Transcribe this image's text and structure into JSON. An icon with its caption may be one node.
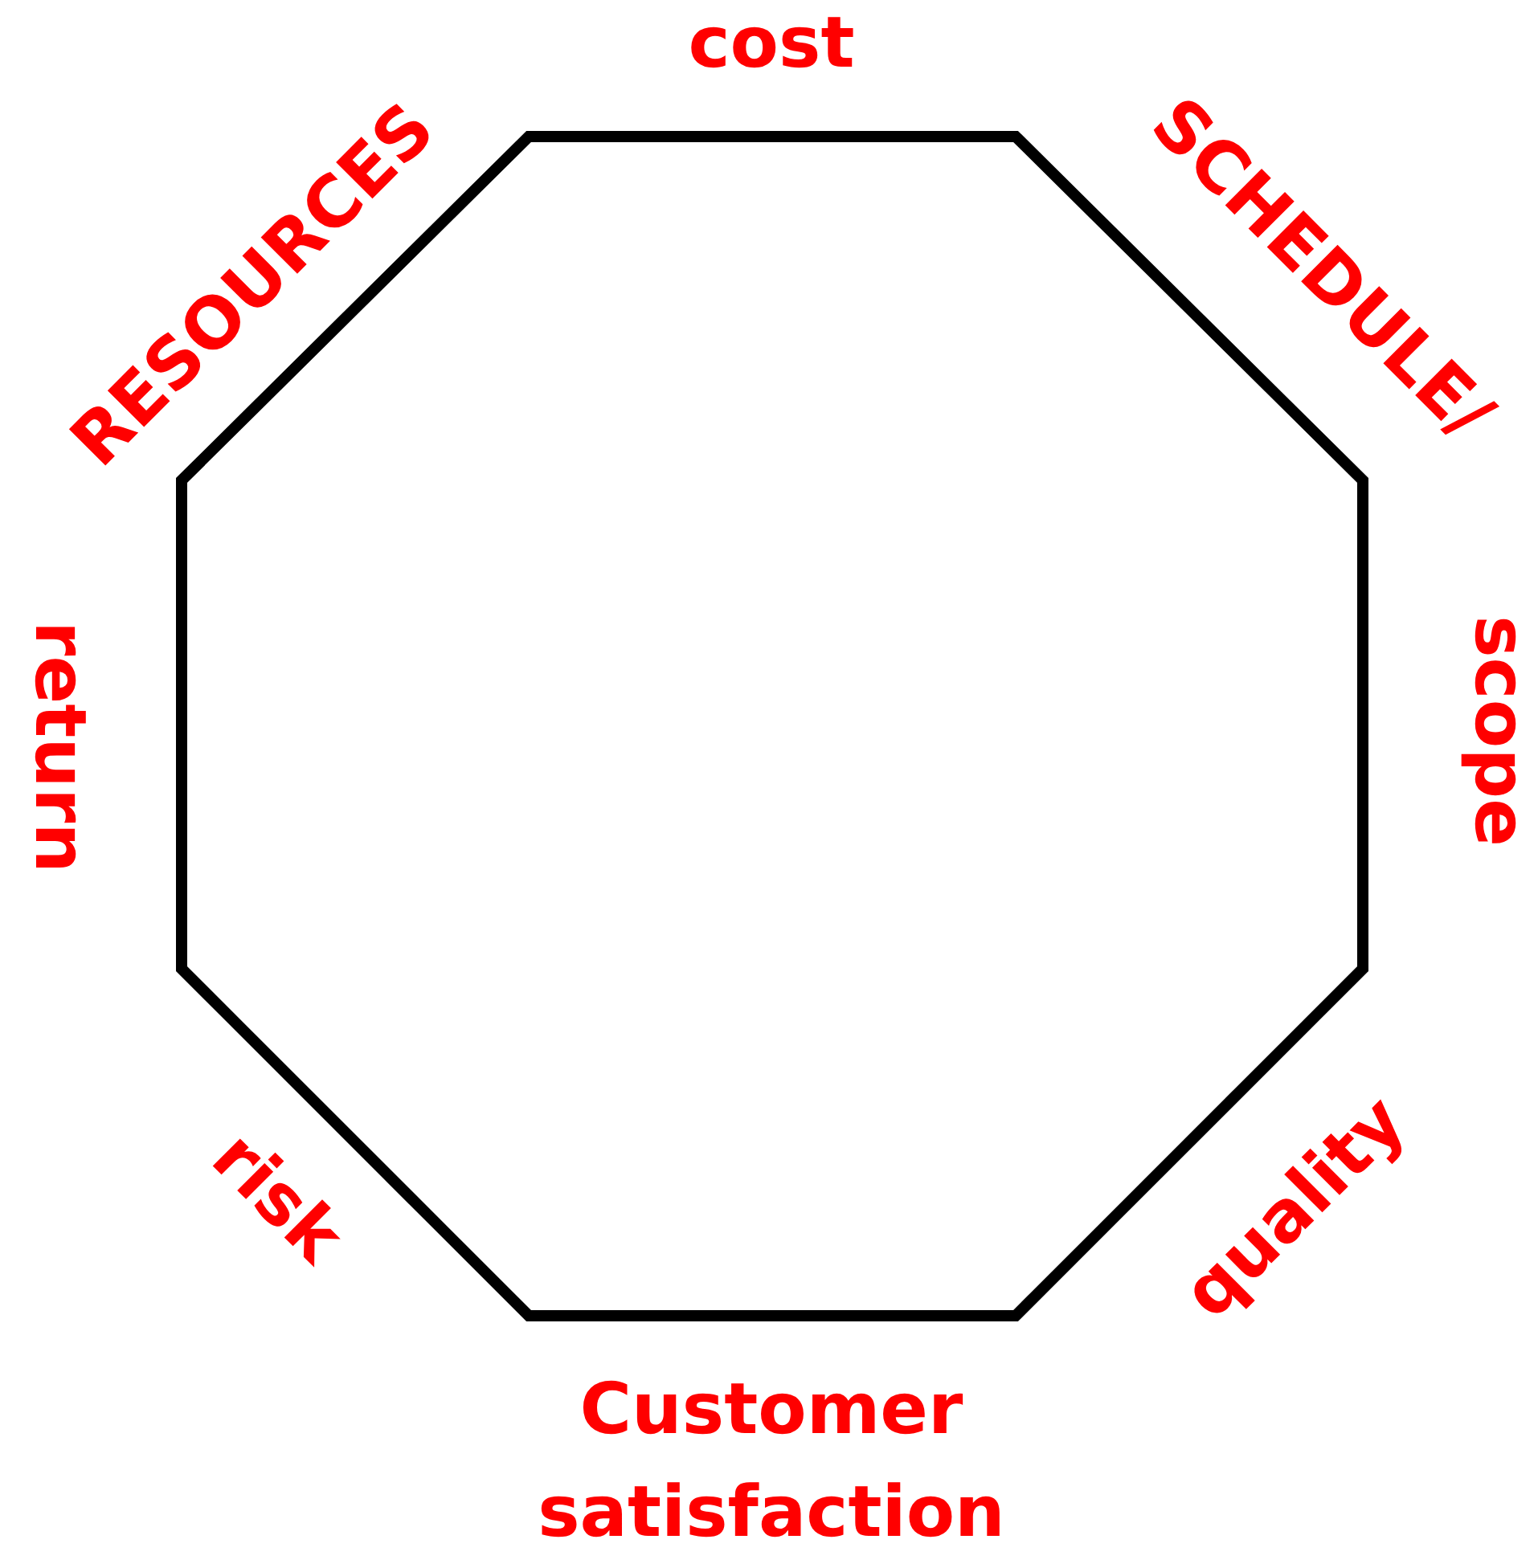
{
  "diagram": {
    "labels": [
      "cost",
      "RESOURCES",
      "SCHEDULE/",
      "return",
      "scope",
      "risk",
      "quality",
      "Customer satisfaction"
    ]
  }
}
